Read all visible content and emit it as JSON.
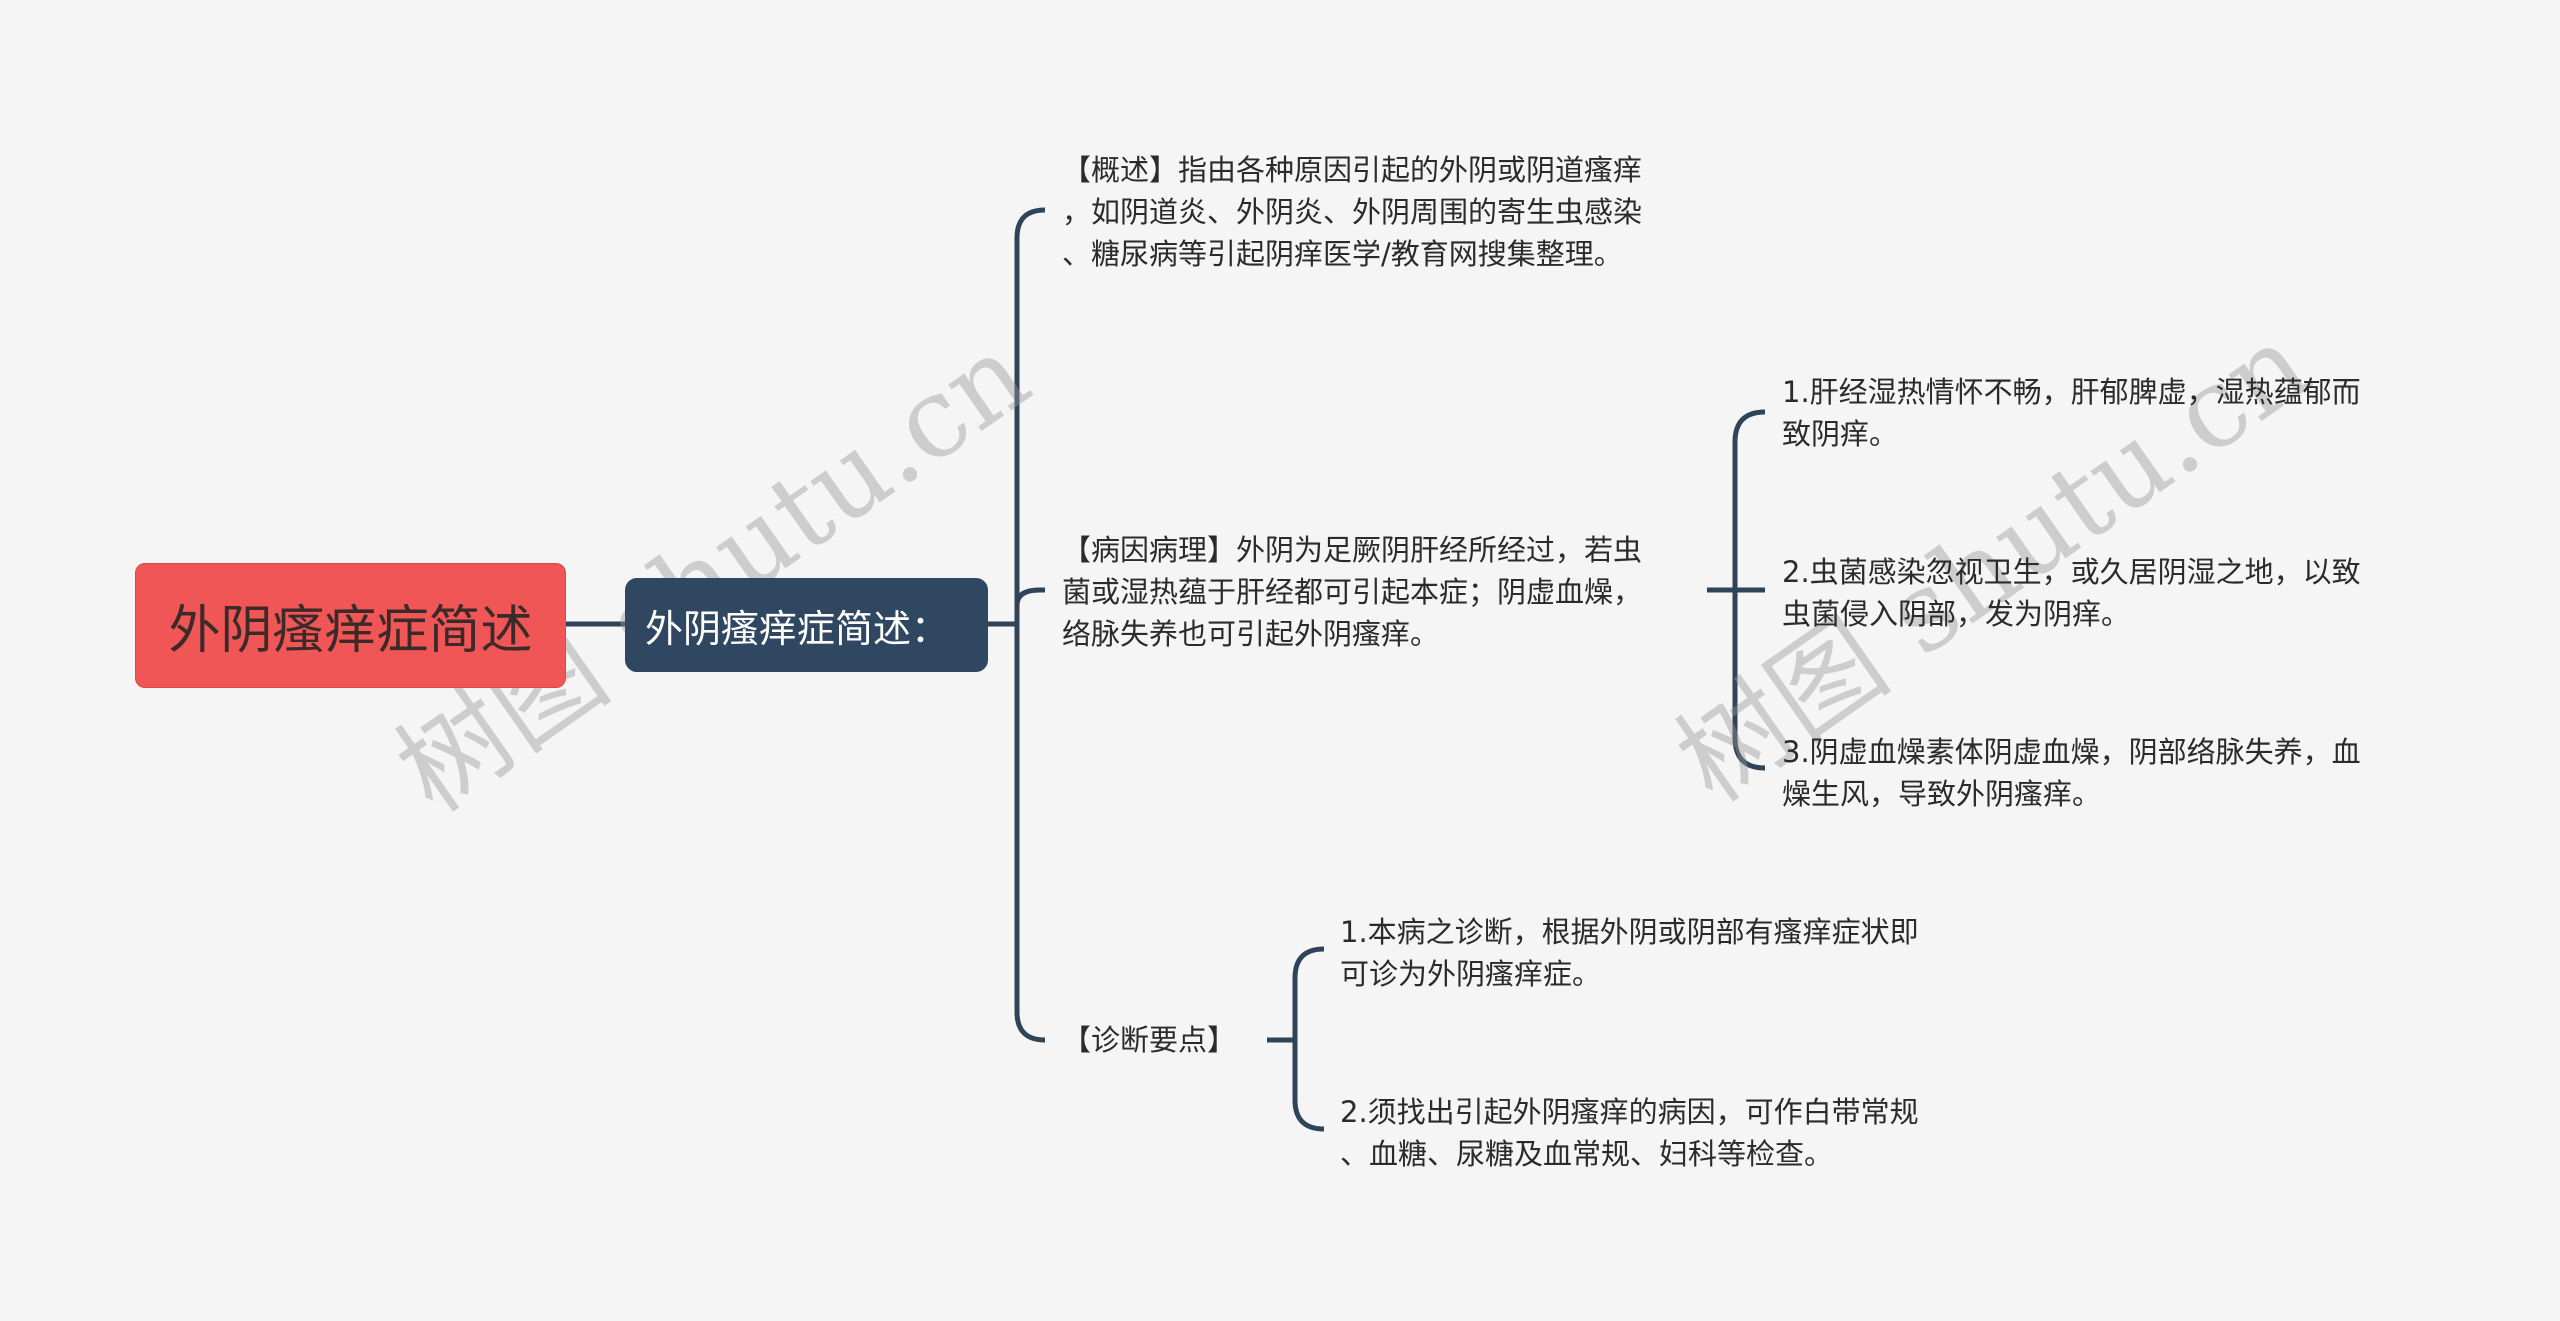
{
  "root": {
    "label": "外阴瘙痒症简述",
    "color": "#f05656"
  },
  "subtopic": {
    "label": "外阴瘙痒症简述：",
    "color": "#2f4760"
  },
  "branches": {
    "overview": {
      "lines": [
        "【概述】指由各种原因引起的外阴或阴道瘙痒",
        "，如阴道炎、外阴炎、外阴周围的寄生虫感染",
        "、糖尿病等引起阴痒医学/教育网搜集整理。"
      ]
    },
    "pathology": {
      "lines": [
        "【病因病理】外阴为足厥阴肝经所经过，若虫",
        "菌或湿热蕴于肝经都可引起本症；阴虚血燥，",
        "络脉失养也可引起外阴瘙痒。"
      ],
      "children": [
        {
          "lines": [
            "1.肝经湿热情怀不畅，肝郁脾虚，湿热蕴郁而",
            "致阴痒。"
          ]
        },
        {
          "lines": [
            "2.虫菌感染忽视卫生，或久居阴湿之地，以致",
            "虫菌侵入阴部，发为阴痒。"
          ]
        },
        {
          "lines": [
            "3.阴虚血燥素体阴虚血燥，阴部络脉失养，血",
            "燥生风，导致外阴瘙痒。"
          ]
        }
      ]
    },
    "diagnosis": {
      "label": "【诊断要点】",
      "children": [
        {
          "lines": [
            "1.本病之诊断，根据外阴或阴部有瘙痒症状即",
            "可诊为外阴瘙痒症。"
          ]
        },
        {
          "lines": [
            "2.须找出引起外阴瘙痒的病因，可作白带常规",
            "、血糖、尿糖及血常规、妇科等检查。"
          ]
        }
      ]
    }
  },
  "connector_color": "#2f4458",
  "watermark": {
    "text": "树图 shutu.cn"
  }
}
